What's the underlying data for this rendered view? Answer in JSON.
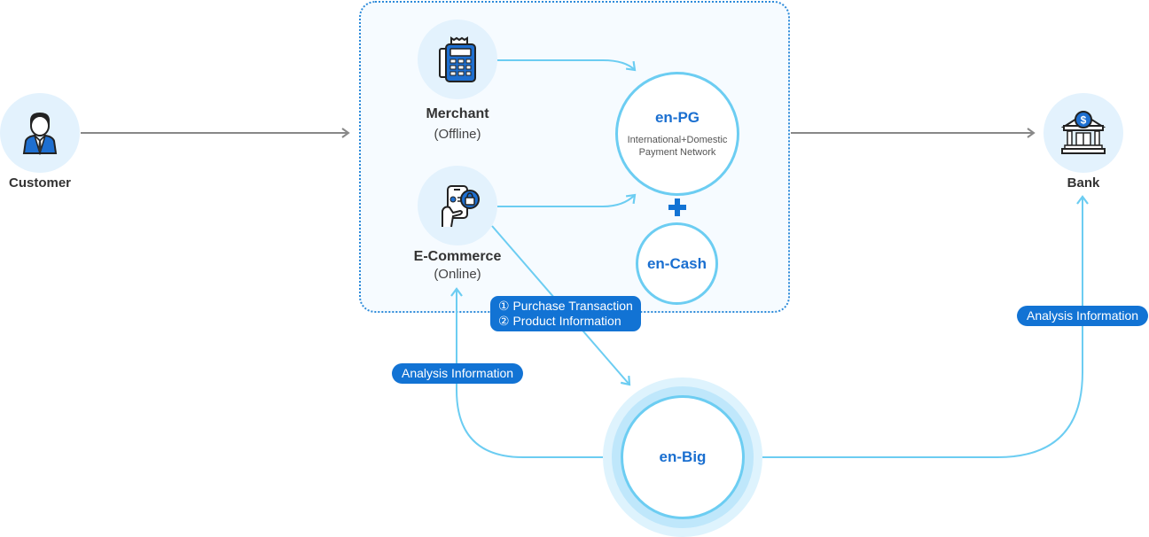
{
  "nodes": {
    "customer": {
      "label": "Customer",
      "icon": "businessman-icon"
    },
    "merchant": {
      "label": "Merchant",
      "sublabel": "(Offline)",
      "icon": "card-terminal-icon"
    },
    "ecommerce": {
      "label": "E-Commerce",
      "sublabel": "(Online)",
      "icon": "mobile-shopping-icon"
    },
    "bank": {
      "label": "Bank",
      "icon": "bank-dollar-icon"
    },
    "en_pg": {
      "title": "en-PG",
      "subtitle_line1": "International+Domestic",
      "subtitle_line2": "Payment Network"
    },
    "en_cash": {
      "title": "en-Cash"
    },
    "en_big": {
      "title": "en-Big"
    }
  },
  "connector_symbol": "+",
  "badges": {
    "transaction_line1": "① Purchase Transaction",
    "transaction_line2": "② Product Information",
    "analysis_left": "Analysis Information",
    "analysis_right": "Analysis Information"
  },
  "colors": {
    "accent_blue": "#1273d4",
    "line_light_blue": "#6ccdf2",
    "line_gray": "#888888",
    "node_bg": "#e3f2fd",
    "group_border": "#2d8ad9"
  }
}
